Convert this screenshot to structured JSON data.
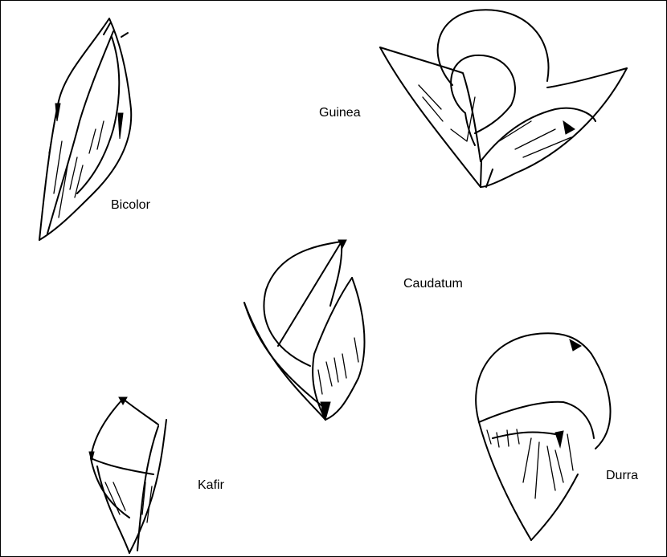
{
  "labels": {
    "bicolor": "Bicolor",
    "guinea": "Guinea",
    "caudatum": "Caudatum",
    "kafir": "Kafir",
    "durra": "Durra"
  },
  "icons": [
    "bicolor-grain-drawing",
    "guinea-grain-drawing",
    "caudatum-grain-drawing",
    "kafir-grain-drawing",
    "durra-grain-drawing"
  ]
}
